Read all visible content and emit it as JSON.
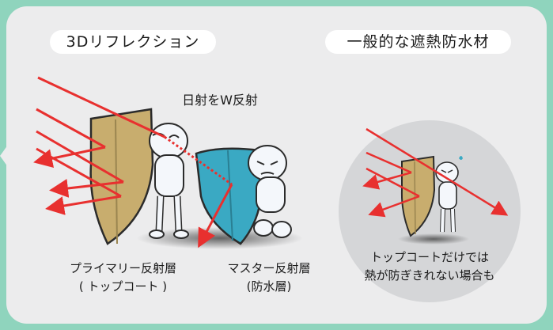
{
  "left_section": {
    "title": "3Dリフレクション",
    "caption": "日射をW反射",
    "layer1_label": "プライマリー反射層",
    "layer1_sub": "( トップコート )",
    "layer2_label": "マスター反射層",
    "layer2_sub": "(防水層)"
  },
  "right_section": {
    "title": "一般的な遮熱防水材",
    "caption_line1": "トップコートだけでは",
    "caption_line2": "熱が防ぎきれない場合も"
  },
  "colors": {
    "background": "#8fd4bd",
    "panel": "#ececed",
    "ray": "#e8302f",
    "shield_tan": "#c8ad6e",
    "shield_blue": "#3aa9c3"
  }
}
